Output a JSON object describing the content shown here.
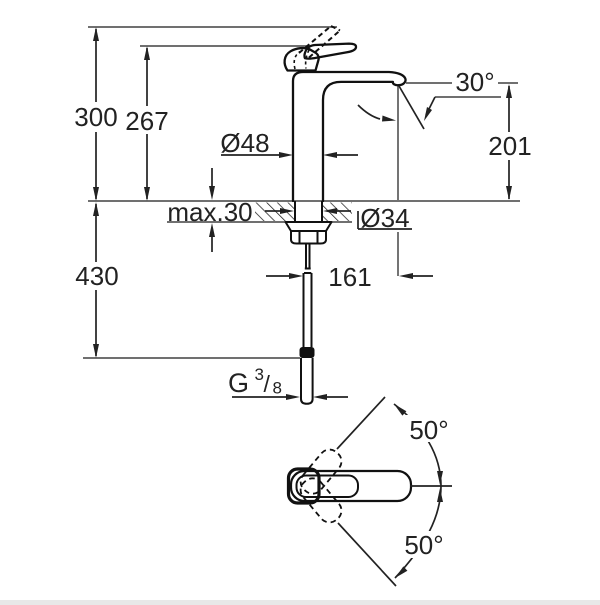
{
  "page": {
    "background": "#ffffff"
  },
  "drawing": {
    "type": "technical-dimension-drawing",
    "subject": "single-lever basin mixer faucet — front elevation with plan view of handle swivel",
    "colors": {
      "outline": "#111111",
      "dimension": "#222222",
      "reference": "#5c5c5c",
      "bg": "#ffffff"
    },
    "labels": {
      "total_height": "300",
      "lever_height": "267",
      "body_diameter": "Ø48",
      "spout_angle": "30°",
      "spout_outlet_height": "201",
      "deck_thickness": "max.30",
      "mounting_hole": "Ø34",
      "spout_reach": "161",
      "supply_length": "430",
      "thread_prefix": "G",
      "thread_numerator": "3",
      "thread_divider": "/",
      "thread_denominator": "8",
      "swivel_upper": "50°",
      "swivel_lower": "50°"
    }
  }
}
